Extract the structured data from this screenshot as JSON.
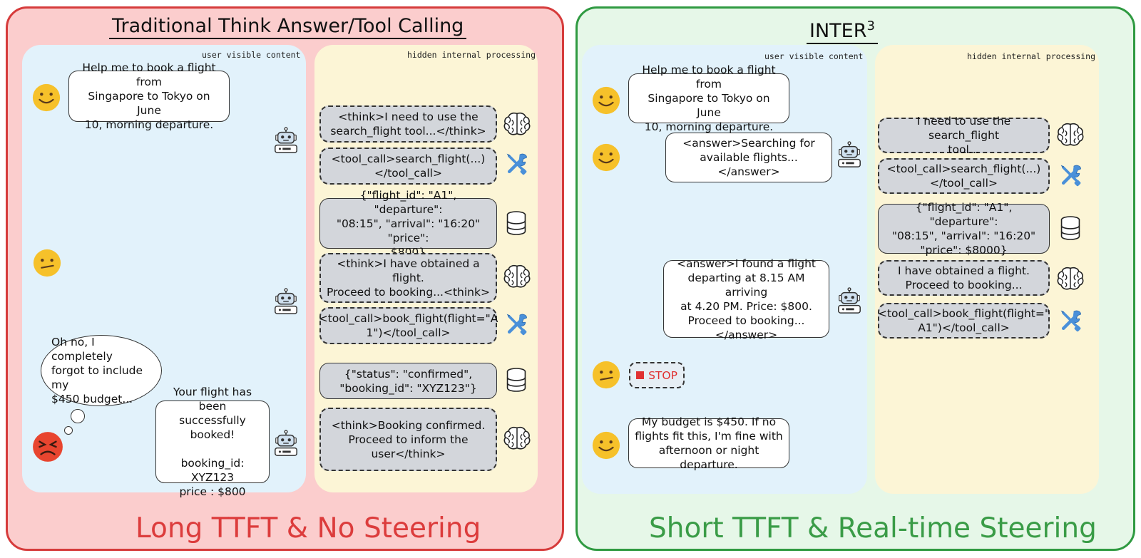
{
  "left_panel": {
    "title": "Traditional Think Answer/Tool Calling",
    "footer": "Long TTFT & No Steering",
    "user_column_label": "user visible content",
    "hidden_column_label": "hidden internal processing",
    "user_message": "Help me to book a flight from\nSingapore to Tokyo on June\n10, morning departure.",
    "thought": "Oh no, I completely\nforgot to include my\n$450 budget...",
    "assistant_reply": "Your flight has been\nsuccessfully booked!\n\nbooking_id: XYZ123\nprice : $800",
    "hidden_steps": [
      {
        "type": "think",
        "text": "<think>I need to use the\nsearch_flight tool...</think>"
      },
      {
        "type": "tool",
        "text": "<tool_call>search_flight(...)\n</tool_call>"
      },
      {
        "type": "result",
        "text": "{\"flight_id\": \"A1\", \"departure\":\n\"08:15\", \"arrival\": \"16:20\" \"price\":\n$800}"
      },
      {
        "type": "think",
        "text": "<think>I have obtained a flight.\nProceed to booking...<think>"
      },
      {
        "type": "tool",
        "text": "<tool_call>book_flight(flight=\"A\n1\")</tool_call>"
      },
      {
        "type": "result",
        "text": "{\"status\": \"confirmed\",\n\"booking_id\": \"XYZ123\"}"
      },
      {
        "type": "think",
        "text": "<think>Booking confirmed.\nProceed to inform the\nuser</think>"
      }
    ]
  },
  "right_panel": {
    "title": "INTER",
    "title_superscript": "3",
    "footer": "Short TTFT & Real-time Steering",
    "user_column_label": "user visible content",
    "hidden_column_label": "hidden internal processing",
    "user_message_1": "Help me to book a flight from\nSingapore to Tokyo on June\n10, morning departure.",
    "answer_1": "<answer>Searching for\navailable flights...</answer>",
    "answer_2": "<answer>I found a flight\ndeparting at 8.15 AM arriving\nat 4.20 PM. Price: $800.\nProceed to booking...\n</answer>",
    "stop_label": "STOP",
    "user_message_2": "My budget is $450. If no\nflights fit this, I'm fine with\nafternoon or night departure.",
    "hidden_steps": [
      {
        "type": "think",
        "text": "I need to use the search_flight\ntool..."
      },
      {
        "type": "tool",
        "text": "<tool_call>search_flight(...)\n</tool_call>"
      },
      {
        "type": "result",
        "text": "{\"flight_id\": \"A1\", \"departure\":\n\"08:15\", \"arrival\": \"16:20\"\n\"price\": $8000}"
      },
      {
        "type": "think",
        "text": "I have obtained a flight.\nProceed to booking..."
      },
      {
        "type": "tool",
        "text": "<tool_call>book_flight(flight=\"\nA1\")</tool_call>"
      }
    ]
  },
  "colors": {
    "left_bg": "#fbcdcd",
    "left_border": "#d63b3b",
    "right_bg": "#e6f7e8",
    "right_border": "#2f9a41",
    "user_col": "#e2f2fb",
    "hidden_col": "#fcf5d6",
    "hidden_box": "#d3d6db"
  },
  "icons": [
    "smiley-icon",
    "confused-face-icon",
    "angry-face-icon",
    "robot-icon",
    "brain-icon",
    "wrench-screwdriver-icon",
    "database-icon",
    "stop-square-icon"
  ]
}
